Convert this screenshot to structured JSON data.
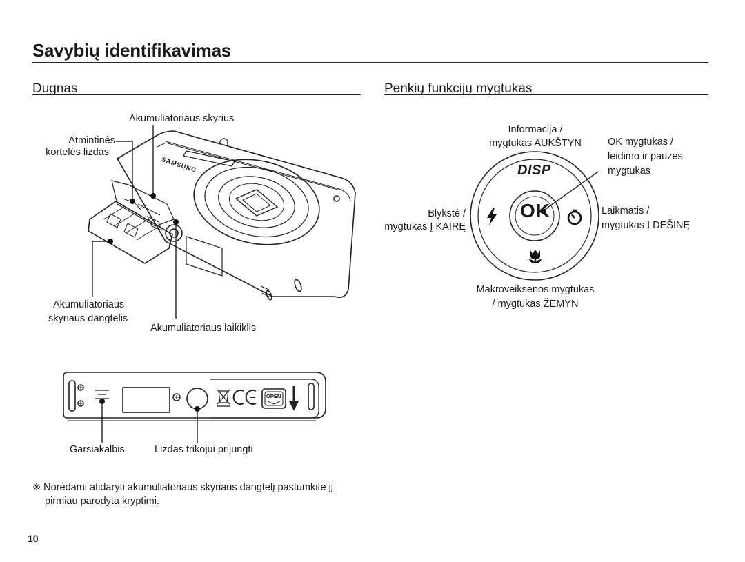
{
  "page": {
    "title": "Savybių identifikavimas",
    "page_number": "10"
  },
  "left": {
    "heading": "Dugnas",
    "labels": {
      "battery_compartment": "Akumuliatoriaus skyrius",
      "memory_slot_1": "Atmintinės",
      "memory_slot_2": "kortelės lizdas",
      "battery_cover_1": "Akumuliatoriaus",
      "battery_cover_2": "skyriaus dangtelis",
      "battery_holder": "Akumuliatoriaus laikiklis",
      "speaker": "Garsiakalbis",
      "tripod": "Lizdas trikojui prijungti"
    },
    "camera": {
      "brand": "SAMSUNG",
      "open_label": "OPEN"
    },
    "note_symbol": "※",
    "note_1": "Norėdami atidaryti akumuliatoriaus skyriaus dangtelį pastumkite jį",
    "note_2": "pirmiau parodyta kryptimi."
  },
  "right": {
    "heading": "Penkių funkcijų mygtukas",
    "labels": {
      "up_1": "Informacija /",
      "up_2": "mygtukas AUKŠTYN",
      "ok_1": "OK mygtukas /",
      "ok_2": "leidimo ir pauzės",
      "ok_3": "mygtukas",
      "left_1": "Blykstė /",
      "left_2": "mygtukas Į KAIRĘ",
      "right_1": "Laikmatis /",
      "right_2": "mygtukas Į DEŠINĘ",
      "down_1": "Makroveiksenos  mygtukas",
      "down_2": "/ mygtukas ŽEMYN"
    },
    "dial": {
      "disp": "DISP",
      "ok": "OK"
    }
  },
  "icons": {
    "flash": "flash-icon",
    "timer": "self-timer-icon",
    "macro": "macro-flower-icon"
  }
}
